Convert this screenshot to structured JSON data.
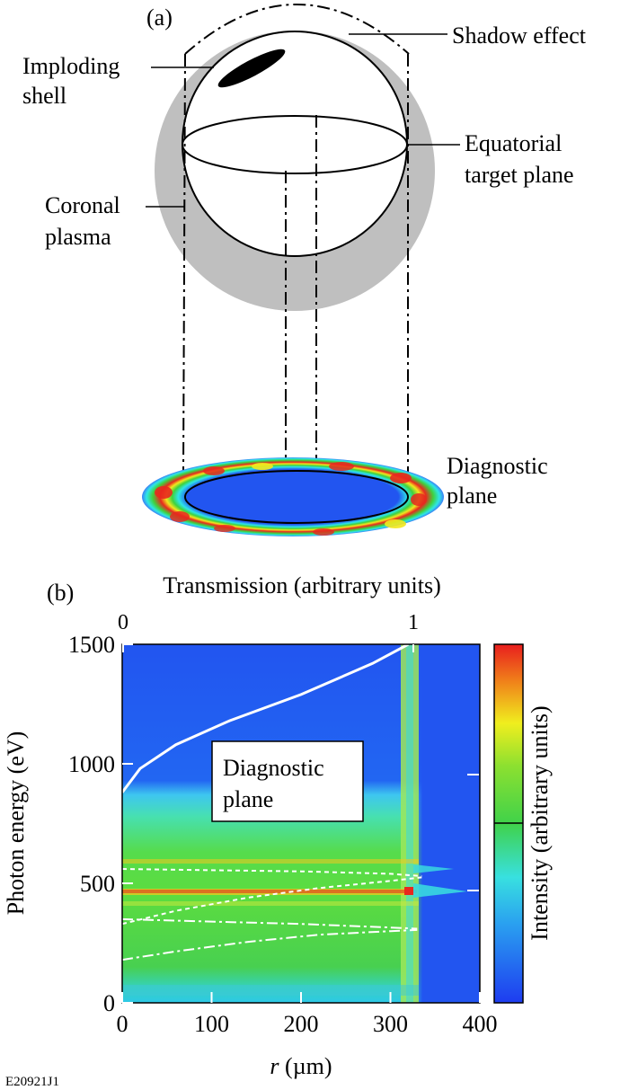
{
  "panel_a": {
    "tag": "(a)",
    "labels": {
      "imploding_1": "Imploding",
      "imploding_2": "shell",
      "shadow": "Shadow effect",
      "equatorial_1": "Equatorial",
      "equatorial_2": "target plane",
      "coronal_1": "Coronal",
      "coronal_2": "plasma",
      "diagnostic_1": "Diagnostic",
      "diagnostic_2": "plane"
    }
  },
  "panel_b": {
    "tag": "(b)",
    "top_axis_title": "Transmission (arbitrary units)",
    "top_ticks": [
      "0",
      "1"
    ],
    "ylabel": "Photon energy (eV)",
    "xlabel_var": "r",
    "xlabel_unit": " (µm)",
    "colorbar_label": "Intensity (arbitrary units)",
    "inset_1": "Diagnostic",
    "inset_2": "plane"
  },
  "figure_id": "E20921J1",
  "colors": {
    "corona_gray": "#bfbfbf",
    "background_blue": "#2255f0",
    "ring_red": "#e8281e",
    "ring_yellow": "#f2e81e",
    "ring_green": "#3ed23e",
    "ring_cyan": "#2ee6e6"
  },
  "chart_data": {
    "type": "heatmap",
    "xlabel": "r (µm)",
    "ylabel": "Photon energy (eV)",
    "xlim": [
      0,
      400
    ],
    "ylim": [
      0,
      1500
    ],
    "x_ticks": [
      0,
      100,
      200,
      300,
      400
    ],
    "y_ticks": [
      0,
      500,
      1000,
      1500
    ],
    "secondary_x_axis": {
      "label": "Transmission (arbitrary units)",
      "ticks": [
        0,
        1
      ]
    },
    "colorbar": {
      "label": "Intensity (arbitrary units)",
      "colormap": "jet"
    },
    "curves": [
      {
        "style": "solid",
        "points": [
          [
            0,
            880
          ],
          [
            20,
            980
          ],
          [
            60,
            1080
          ],
          [
            120,
            1180
          ],
          [
            200,
            1290
          ],
          [
            280,
            1420
          ],
          [
            320,
            1500
          ]
        ]
      },
      {
        "style": "dashed",
        "points": [
          [
            0,
            560
          ],
          [
            100,
            555
          ],
          [
            200,
            550
          ],
          [
            300,
            540
          ],
          [
            335,
            530
          ]
        ]
      },
      {
        "style": "dashed",
        "points": [
          [
            0,
            330
          ],
          [
            60,
            385
          ],
          [
            140,
            440
          ],
          [
            220,
            480
          ],
          [
            300,
            510
          ],
          [
            335,
            525
          ]
        ]
      },
      {
        "style": "dash-dot",
        "points": [
          [
            0,
            350
          ],
          [
            100,
            340
          ],
          [
            200,
            330
          ],
          [
            300,
            315
          ],
          [
            330,
            310
          ]
        ]
      },
      {
        "style": "dash-dot",
        "points": [
          [
            0,
            180
          ],
          [
            60,
            215
          ],
          [
            140,
            255
          ],
          [
            220,
            285
          ],
          [
            300,
            300
          ],
          [
            330,
            305
          ]
        ]
      }
    ]
  }
}
